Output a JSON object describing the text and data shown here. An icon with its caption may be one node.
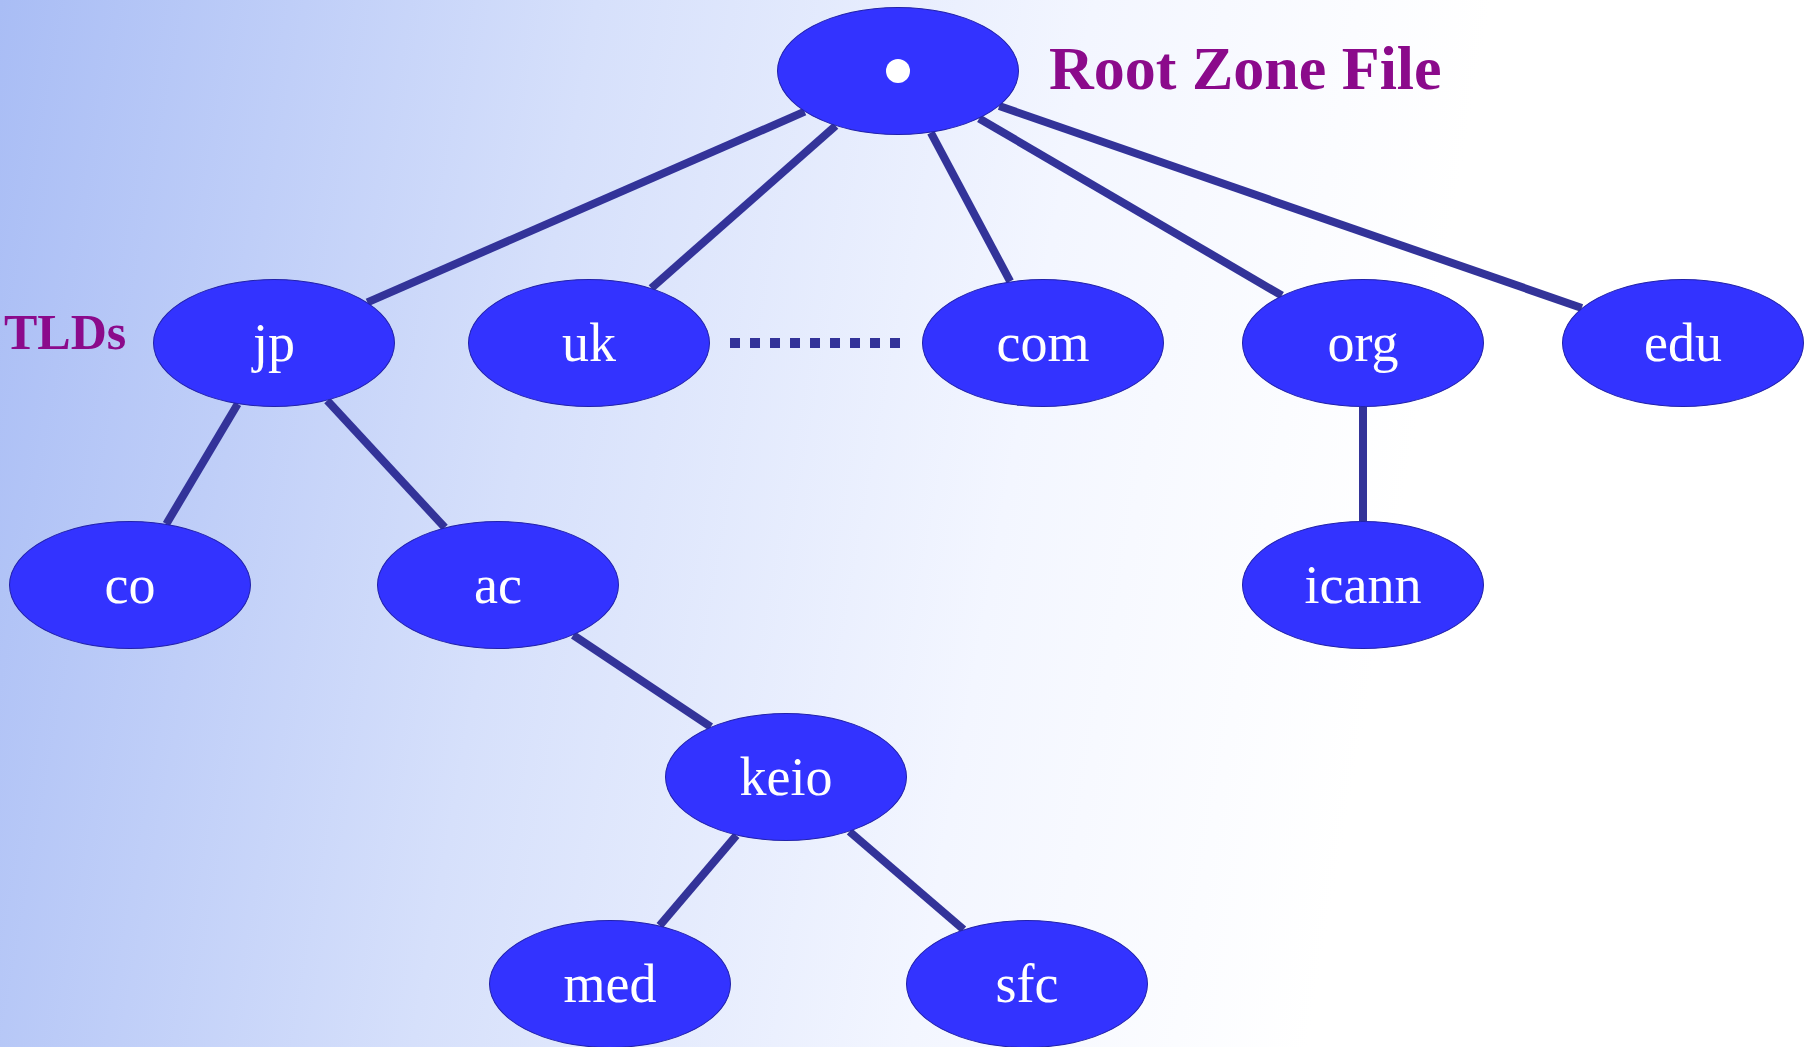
{
  "diagram": {
    "nodes": [
      {
        "text": [],
        "shape": "ellipse",
        "beside": [
          "Root Zone File"
        ]
      },
      {
        "text": [
          "jp"
        ]
      },
      {
        "text": [
          "uk"
        ]
      },
      {
        "text": [
          "com"
        ]
      },
      {
        "text": [
          "org"
        ]
      },
      {
        "text": [
          "edu"
        ]
      },
      {
        "text": [
          "co"
        ]
      },
      {
        "text": [
          "ac"
        ]
      },
      {
        "text": [
          "icann"
        ]
      },
      {
        "text": [
          "keio"
        ]
      },
      {
        "text": [
          "med"
        ]
      },
      {
        "text": [
          "sfc"
        ]
      }
    ],
    "edges": [
      {
        "from": 0,
        "to": 1,
        "arrow": "none"
      },
      {
        "from": 0,
        "to": 2,
        "arrow": "none"
      },
      {
        "from": 0,
        "to": 3,
        "arrow": "none"
      },
      {
        "from": 0,
        "to": 4,
        "arrow": "none"
      },
      {
        "from": 0,
        "to": 5,
        "arrow": "none"
      },
      {
        "from": 2,
        "to": 3,
        "arrow": "none",
        "style": "dashed"
      },
      {
        "from": 1,
        "to": 6,
        "arrow": "none"
      },
      {
        "from": 1,
        "to": 7,
        "arrow": "none"
      },
      {
        "from": 4,
        "to": 8,
        "arrow": "none"
      },
      {
        "from": 7,
        "to": 9,
        "arrow": "none"
      },
      {
        "from": 9,
        "to": 10,
        "arrow": "none"
      },
      {
        "from": 9,
        "to": 11,
        "arrow": "none"
      }
    ],
    "labels": [
      "TLDs"
    ]
  }
}
